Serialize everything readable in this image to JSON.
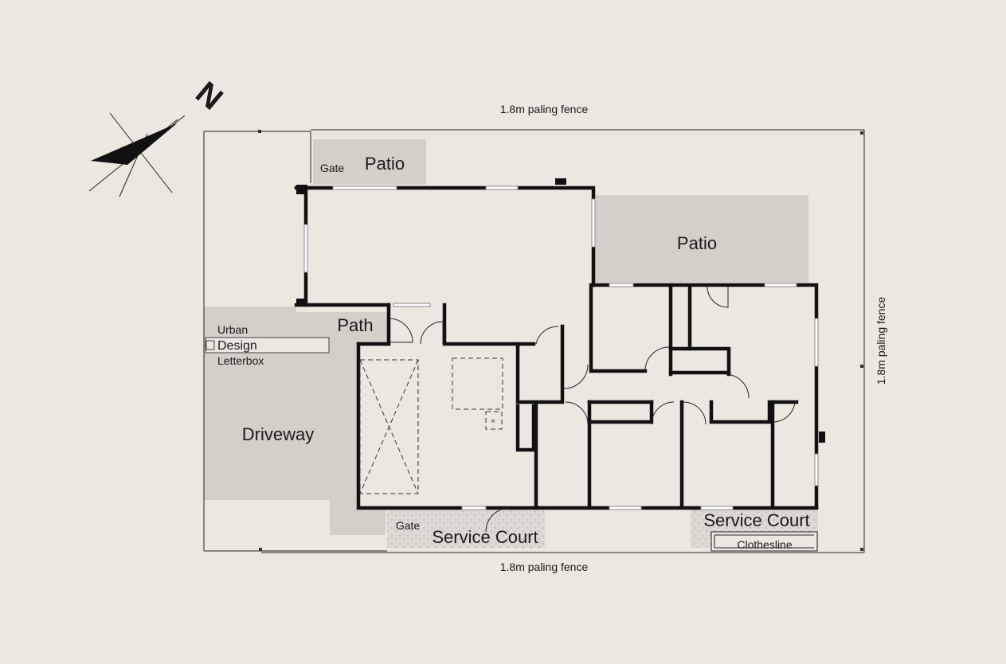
{
  "labels": {
    "fence_top": "1.8m paling fence",
    "fence_bottom": "1.8m paling fence",
    "fence_right": "1.8m paling fence",
    "patio_small": "Patio",
    "patio_large": "Patio",
    "gate_top": "Gate",
    "gate_bottom": "Gate",
    "path": "Path",
    "letterbox_line1": "Urban",
    "letterbox_line2": "Design",
    "letterbox_line3": "Letterbox",
    "driveway": "Driveway",
    "service_court_left": "Service Court",
    "service_court_right": "Service Court",
    "clothesline": "Clothesline",
    "north": "N"
  },
  "colors": {
    "background": "#ece8e0",
    "paved": "#d4d0c8",
    "walls": "#111111",
    "gravel": "#dedad3"
  }
}
